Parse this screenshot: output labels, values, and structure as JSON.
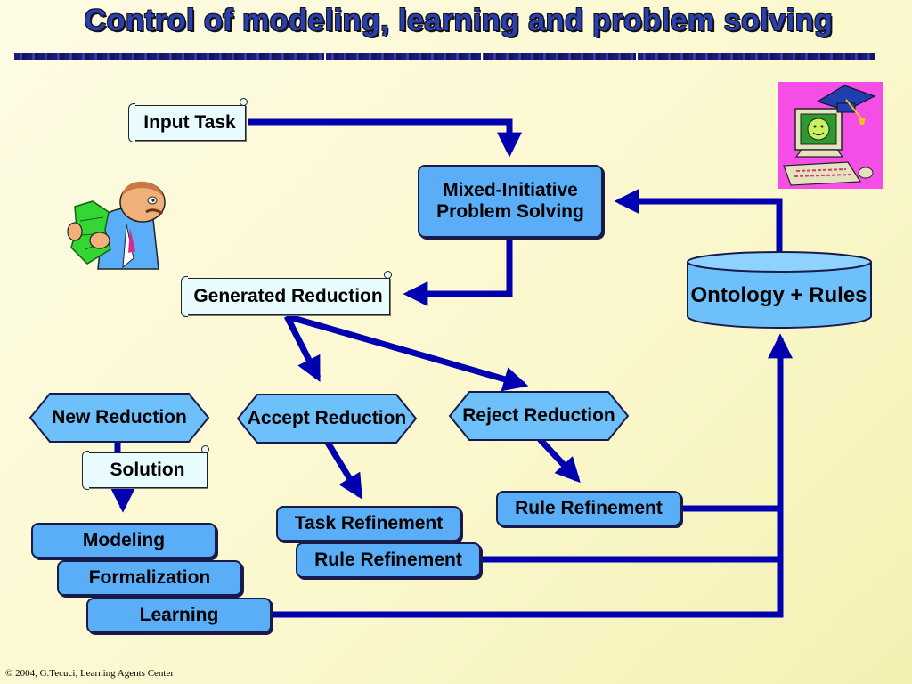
{
  "title": "Control of modeling, learning and problem solving",
  "nodes": {
    "input_task": "Input Task",
    "mixed_initiative": [
      "Mixed-Initiative",
      "Problem Solving"
    ],
    "generated_reduction": "Generated Reduction",
    "ontology_rules": "Ontology + Rules",
    "new_reduction": "New Reduction",
    "accept_reduction": "Accept Reduction",
    "reject_reduction": "Reject Reduction",
    "solution": "Solution",
    "modeling": "Modeling",
    "formalization": "Formalization",
    "learning": "Learning",
    "task_refinement": "Task Refinement",
    "rule_refinement_accept": "Rule Refinement",
    "rule_refinement_reject": "Rule Refinement"
  },
  "colors": {
    "arrow": "#0000b0",
    "title": "#2a3fb0",
    "box_fill": "#5aaef7",
    "scroll_fill": "#e8fbff",
    "cylinder_fill": "#6ec0fa",
    "computer_bg": "#f54ee6"
  },
  "images": [
    "expert-person-clipart",
    "computer-with-graduation-cap-clipart"
  ],
  "footer": "© 2004, G.Tecuci, Learning Agents Center"
}
